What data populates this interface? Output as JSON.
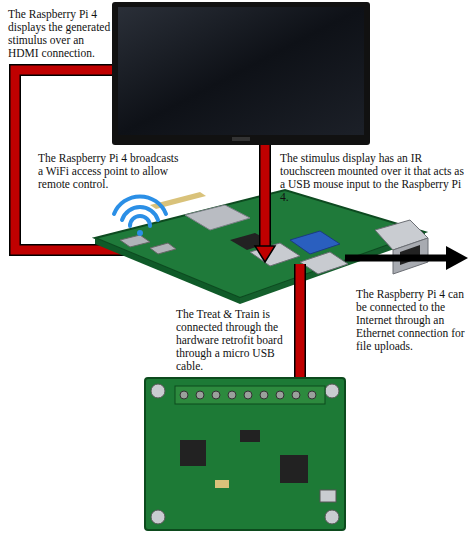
{
  "diagram": {
    "labels": [
      "The Raspberry Pi 4 displays the generated stimulus over an HDMI connection.",
      "The Raspberry Pi 4 broadcasts a WiFi access point to allow remote control.",
      "The stimulus display has an IR touchscreen mounted over it that acts as a USB mouse input to the Raspberry Pi 4.",
      "The Raspberry Pi 4 can be connected to the Internet through an Ethernet connection for file uploads.",
      "The Treat & Train is connected through the hardware retrofit board through a micro USB cable."
    ]
  }
}
